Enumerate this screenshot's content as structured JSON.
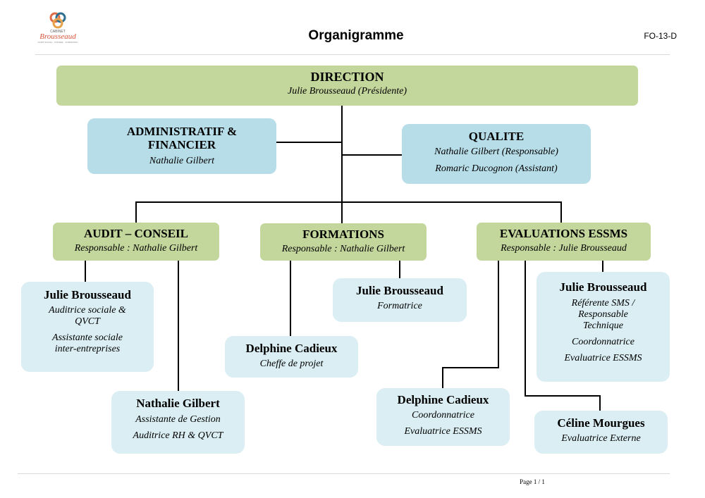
{
  "header": {
    "logo_top": "CABINET",
    "logo_brand": "Brousseaud",
    "logo_sub": "AUDIT SOCIAL · CONSEIL · FORMATION",
    "title": "Organigramme",
    "code": "FO-13-D"
  },
  "direction": {
    "title": "DIRECTION",
    "person": "Julie Brousseaud (Présidente)"
  },
  "admin": {
    "title_line1": "ADMINISTRATIF &",
    "title_line2": "FINANCIER",
    "person": "Nathalie Gilbert"
  },
  "qualite": {
    "title": "QUALITE",
    "line1": "Nathalie Gilbert (Responsable)",
    "line2": "Romaric Ducognon (Assistant)"
  },
  "audit": {
    "title": "AUDIT – CONSEIL",
    "resp": "Responsable : Nathalie Gilbert",
    "members": [
      {
        "name": "Julie Brousseaud",
        "roles": [
          "Auditrice sociale &",
          "QVCT",
          "Assistante sociale",
          "inter-entreprises"
        ]
      },
      {
        "name": "Nathalie Gilbert",
        "roles": [
          "Assistante de Gestion",
          "Auditrice RH & QVCT"
        ]
      }
    ]
  },
  "formations": {
    "title": "FORMATIONS",
    "resp": "Responsable : Nathalie Gilbert",
    "members": [
      {
        "name": "Julie Brousseaud",
        "roles": [
          "Formatrice"
        ]
      },
      {
        "name": "Delphine Cadieux",
        "roles": [
          "Cheffe de projet"
        ]
      }
    ]
  },
  "evaluations": {
    "title": "EVALUATIONS ESSMS",
    "resp": "Responsable : Julie Brousseaud",
    "members": [
      {
        "name": "Julie Brousseaud",
        "roles": [
          "Référente SMS /",
          "Responsable",
          "Technique",
          "Coordonnatrice",
          "Evaluatrice ESSMS"
        ]
      },
      {
        "name": "Delphine Cadieux",
        "roles": [
          "Coordonnatrice",
          "Evaluatrice ESSMS"
        ]
      },
      {
        "name": "Céline Mourgues",
        "roles": [
          "Evaluatrice Externe"
        ]
      }
    ]
  },
  "footer": {
    "page": "Page 1 / 1"
  },
  "colors": {
    "green": "#c3d69b",
    "blue": "#b7dde8",
    "light_blue": "#daeef3"
  }
}
